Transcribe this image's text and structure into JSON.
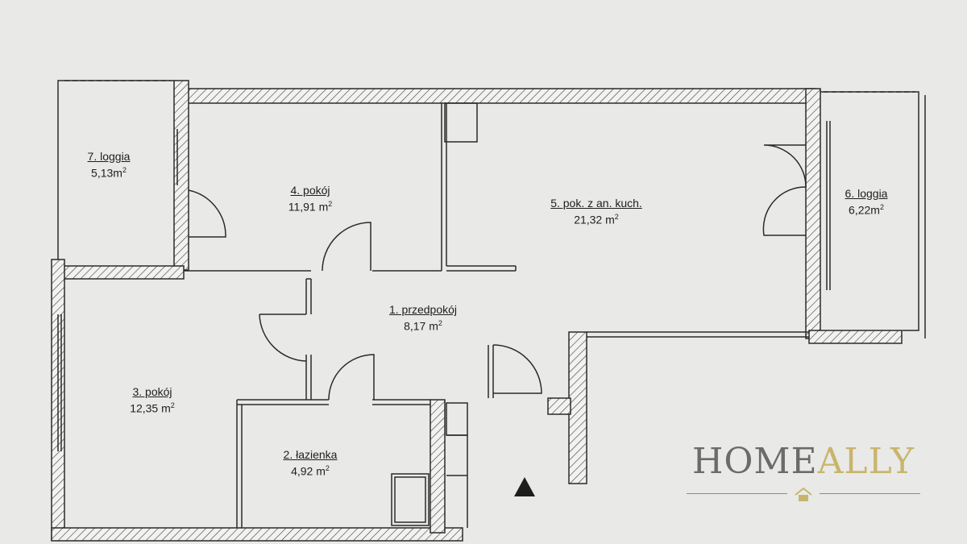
{
  "rooms": [
    {
      "id": "room-1",
      "name": "1. przedpokój",
      "area": "8,17 m",
      "sup": "2"
    },
    {
      "id": "room-2",
      "name": "2. łazienka",
      "area": "4,92 m",
      "sup": "2"
    },
    {
      "id": "room-3",
      "name": "3. pokój",
      "area": "12,35 m",
      "sup": "2"
    },
    {
      "id": "room-4",
      "name": "4. pokój",
      "area": "11,91 m",
      "sup": "2"
    },
    {
      "id": "room-5",
      "name": "5. pok. z an. kuch.",
      "area": "21,32 m",
      "sup": "2"
    },
    {
      "id": "room-6",
      "name": "6. loggia",
      "area": "6,22m",
      "sup": "2"
    },
    {
      "id": "room-7",
      "name": "7. loggia",
      "area": "5,13m",
      "sup": "2"
    }
  ],
  "brand": {
    "part1": "HOME",
    "part2": "ALLY",
    "primary_color": "#6b6b6b",
    "accent_color": "#c8b56d"
  },
  "colors": {
    "paper": "#e9e9e7",
    "wall_line": "#2a2a2a",
    "wall_fill": "#f2f2f0"
  }
}
